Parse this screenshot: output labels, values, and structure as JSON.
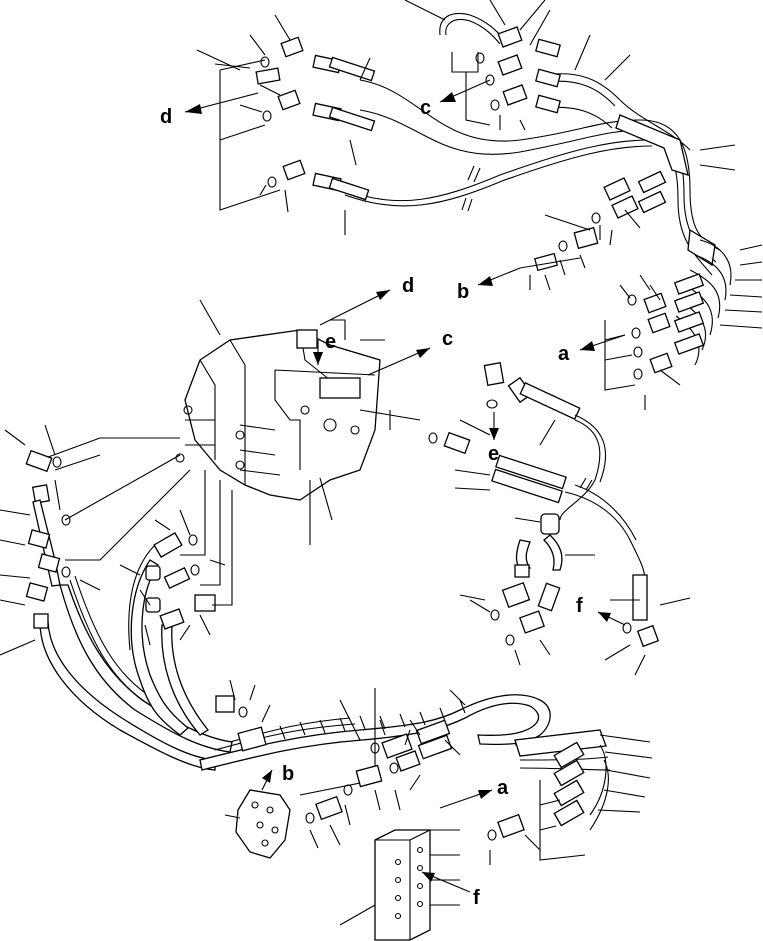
{
  "labels": {
    "d_top": "d",
    "c_top": "c",
    "b_right": "b",
    "a_right": "a",
    "d_valve": "d",
    "c_valve": "c",
    "e_valve": "e",
    "e_mid": "e",
    "f_mid": "f",
    "b_bottom": "b",
    "a_bottom": "a",
    "f_bottom": "f"
  },
  "colors": {
    "line": "#000000",
    "background": "#ffffff"
  }
}
